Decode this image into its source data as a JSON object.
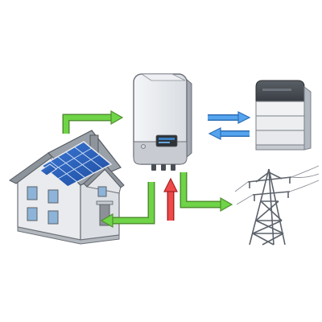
{
  "diagram": {
    "nodes": [
      {
        "id": "house",
        "icon": "solar-house-icon"
      },
      {
        "id": "inverter",
        "icon": "hybrid-inverter-icon"
      },
      {
        "id": "battery",
        "icon": "battery-storage-icon"
      },
      {
        "id": "grid",
        "icon": "power-pylon-icon"
      }
    ],
    "flows": [
      {
        "id": "solar-to-inverter",
        "from": "house",
        "to": "inverter",
        "color": "#5cc13a"
      },
      {
        "id": "inverter-to-house",
        "from": "inverter",
        "to": "house",
        "color": "#5cc13a"
      },
      {
        "id": "inverter-to-battery",
        "from": "inverter",
        "to": "battery",
        "color": "#3d8fe0"
      },
      {
        "id": "battery-to-inverter",
        "from": "battery",
        "to": "inverter",
        "color": "#3d8fe0"
      },
      {
        "id": "inverter-to-grid",
        "from": "inverter",
        "to": "grid",
        "color": "#5cc13a"
      },
      {
        "id": "grid-to-inverter",
        "from": "grid",
        "to": "inverter",
        "color": "#e23b3b"
      }
    ]
  },
  "colors": {
    "solar_export": "#5cc13a",
    "battery_exchange": "#3d8fe0",
    "grid_import": "#e23b3b",
    "inverter_display": "#3a7fc0",
    "panel_blue": "#2a5fb8"
  }
}
